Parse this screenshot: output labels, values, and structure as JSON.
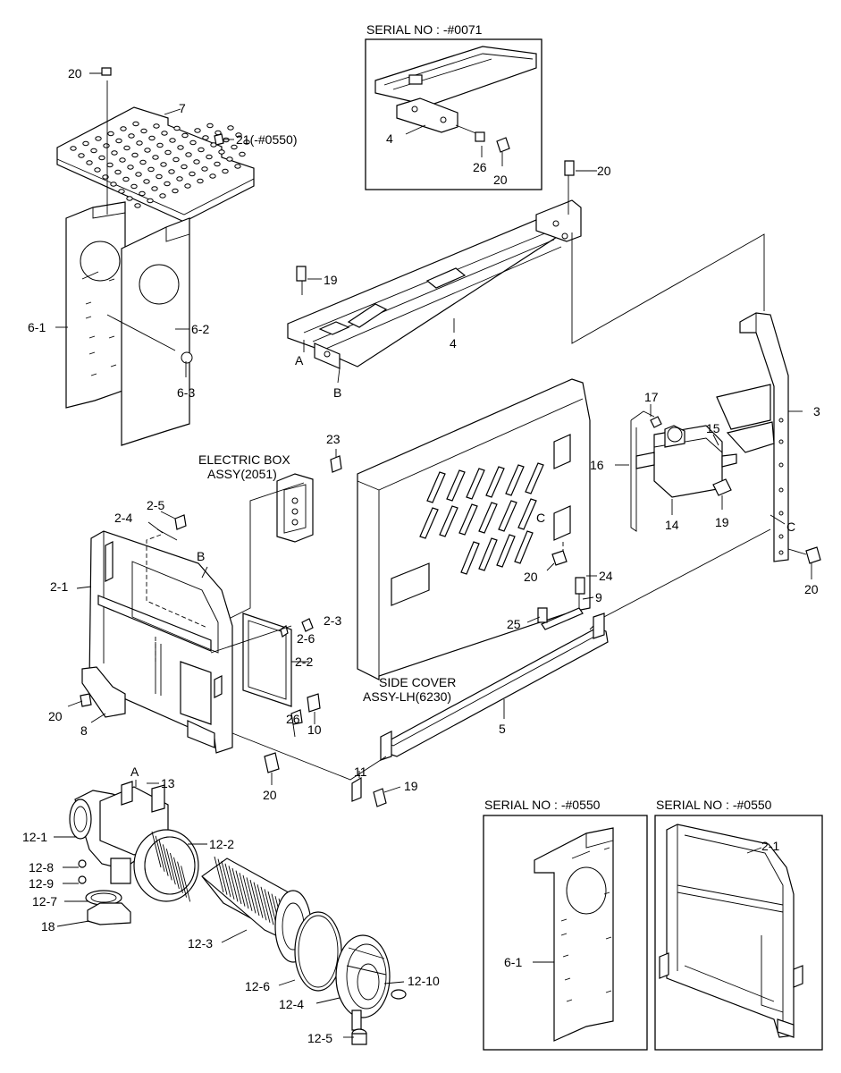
{
  "serial_boxes": {
    "top": "SERIAL NO : -#0071",
    "bottom_left": "SERIAL NO : -#0550",
    "bottom_right": "SERIAL NO : -#0550"
  },
  "annotations": {
    "electric_box_line1": "ELECTRIC BOX",
    "electric_box_line2": "ASSY(2051)",
    "side_cover_line1": "SIDE COVER",
    "side_cover_line2": "ASSY-LH(6230)"
  },
  "labels": {
    "p20a": "20",
    "p7": "7",
    "p21": "21(-#0550)",
    "p6_1": "6-1",
    "p6_2": "6-2",
    "p6_3": "6-3",
    "box_p4": "4",
    "box_p26": "26",
    "box_p20": "20",
    "p20b": "20",
    "p19a": "19",
    "pA1": "A",
    "p4": "4",
    "pB1": "B",
    "p3": "3",
    "p17": "17",
    "p15": "15",
    "p16": "16",
    "p14": "14",
    "p19b": "19",
    "pC1": "C",
    "pC2": "C",
    "p20c": "20",
    "p20d": "20",
    "p23": "23",
    "p2_5": "2-5",
    "p2_4": "2-4",
    "pB2": "B",
    "p2_1": "2-1",
    "p2_3": "2-3",
    "p2_6": "2-6",
    "p2_2": "2-2",
    "p24": "24",
    "p9": "9",
    "p25": "25",
    "p20e": "20",
    "p8": "8",
    "p26": "26",
    "p10": "10",
    "p5": "5",
    "p11": "11",
    "p19c": "19",
    "p20f": "20",
    "pA2": "A",
    "p13": "13",
    "p12_1": "12-1",
    "p12_2": "12-2",
    "p12_8": "12-8",
    "p12_9": "12-9",
    "p12_7": "12-7",
    "p18": "18",
    "p12_3": "12-3",
    "p12_6": "12-6",
    "p12_4": "12-4",
    "p12_10": "12-10",
    "p12_5": "12-5",
    "inset_p6_1": "6-1",
    "inset_p2_1": "2-1"
  }
}
